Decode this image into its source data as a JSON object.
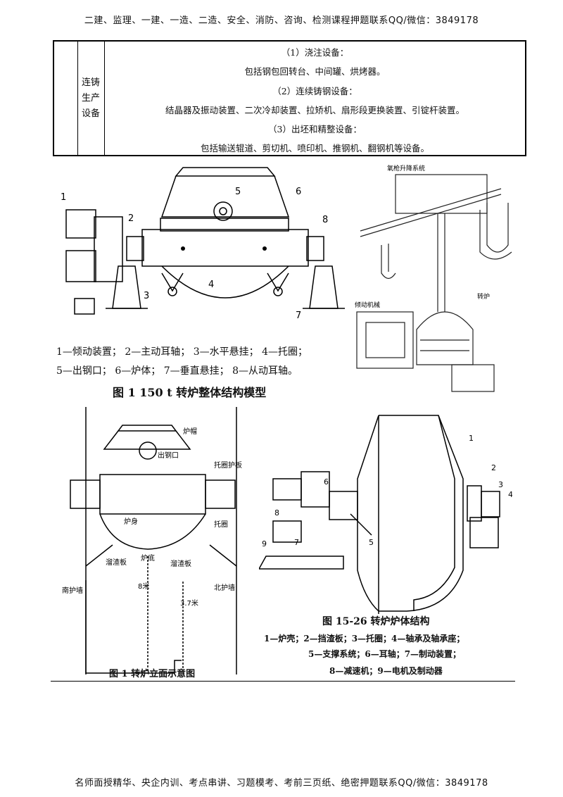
{
  "header": {
    "text": "二建、监理、一建、一造、二造、安全、消防、咨询、检测课程押题联系QQ/微信：3849178"
  },
  "table": {
    "category_lines": [
      "连铸",
      "生产",
      "设备"
    ],
    "lines": [
      "（1）浇注设备：",
      "包括钢包回转台、中间罐、烘烤器。",
      "（2）连续铸钢设备：",
      "结晶器及振动装置、二次冷却装置、拉矫机、扇形段更换装置、引锭杆装置。",
      "（3）出坯和精整设备：",
      "包括输送辊道、剪切机、喷印机、推钢机、翻钢机等设备。"
    ]
  },
  "fig1": {
    "numbers": [
      "1",
      "2",
      "3",
      "4",
      "5",
      "6",
      "7",
      "8"
    ],
    "legend_line1": "1—倾动装置；  2—主动耳轴；  3—水平悬挂；  4—托圈；",
    "legend_line2": "5—出钢口；  6—炉体；  7—垂直悬挂；  8—从动耳轴。",
    "caption": "图 1    150 t 转炉整体结构模型"
  },
  "fig3d": {
    "label_lance": "氧枪升降系统",
    "label_tilt": "倾动机械",
    "label_converter": "转炉"
  },
  "fig_elev": {
    "labels": {
      "hood": "炉帽",
      "tap": "出钢口",
      "ring_guard": "托圈护板",
      "body": "炉身",
      "ring": "托圈",
      "slag_left": "溜渣板",
      "bottom": "炉底",
      "slag_right": "溜渣板",
      "south_wall": "南护墙",
      "north_wall": "北护墙",
      "dim1": "8米",
      "dim2": "3.7米"
    },
    "caption": "图 1  转炉立面示意图"
  },
  "fig15": {
    "numbers": [
      "1",
      "2",
      "3",
      "4",
      "5",
      "6",
      "7",
      "8",
      "9"
    ],
    "caption": "图 15-26   转炉炉体结构",
    "legend": [
      "1—炉壳；2—挡渣板；3—托圈；4—轴承及轴承座；",
      "5—支撑系统；6—耳轴；7—制动装置；",
      "8—减速机；9—电机及制动器"
    ]
  },
  "footer": {
    "text": "名师面授精华、央企内训、考点串讲、习题模考、考前三页纸、绝密押题联系QQ/微信：3849178"
  }
}
